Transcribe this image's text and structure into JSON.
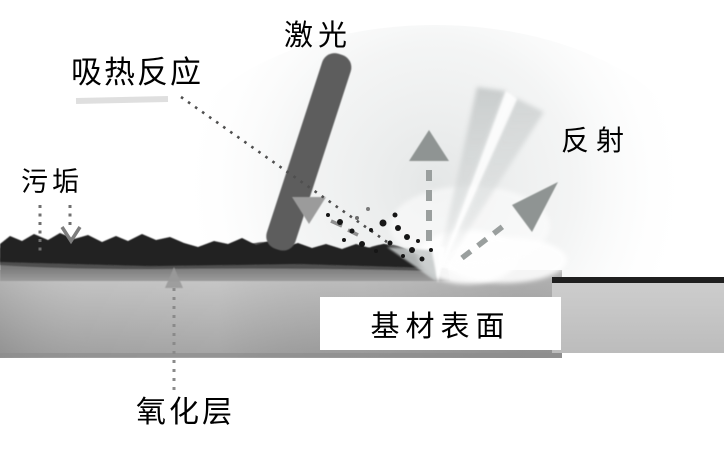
{
  "figure": {
    "description": "laser-cleaning-principle-diagram",
    "labels": {
      "laser": "激光",
      "heat_absorption": "吸热反应",
      "reflection": "反射",
      "dirt": "污垢",
      "substrate_surface": "基材表面",
      "oxide_layer": "氧化层"
    },
    "colors": {
      "background": "#ffffff",
      "laser_beam": "#5d5d5d",
      "reflection_beam": "#cbcfcf",
      "arrow_gray": "#8f9493",
      "dirt_black": "#242424",
      "dirt_dark_gray": "#4f4f4f",
      "oxide_band": "#7a7a7a",
      "substrate_gray": "#b0b0b0",
      "clean_surface_gray": "#c6c6c6",
      "clean_surface_top_line": "#1f1f1f",
      "label_text": "#000000",
      "label_box_bg": "#ffffff"
    }
  }
}
